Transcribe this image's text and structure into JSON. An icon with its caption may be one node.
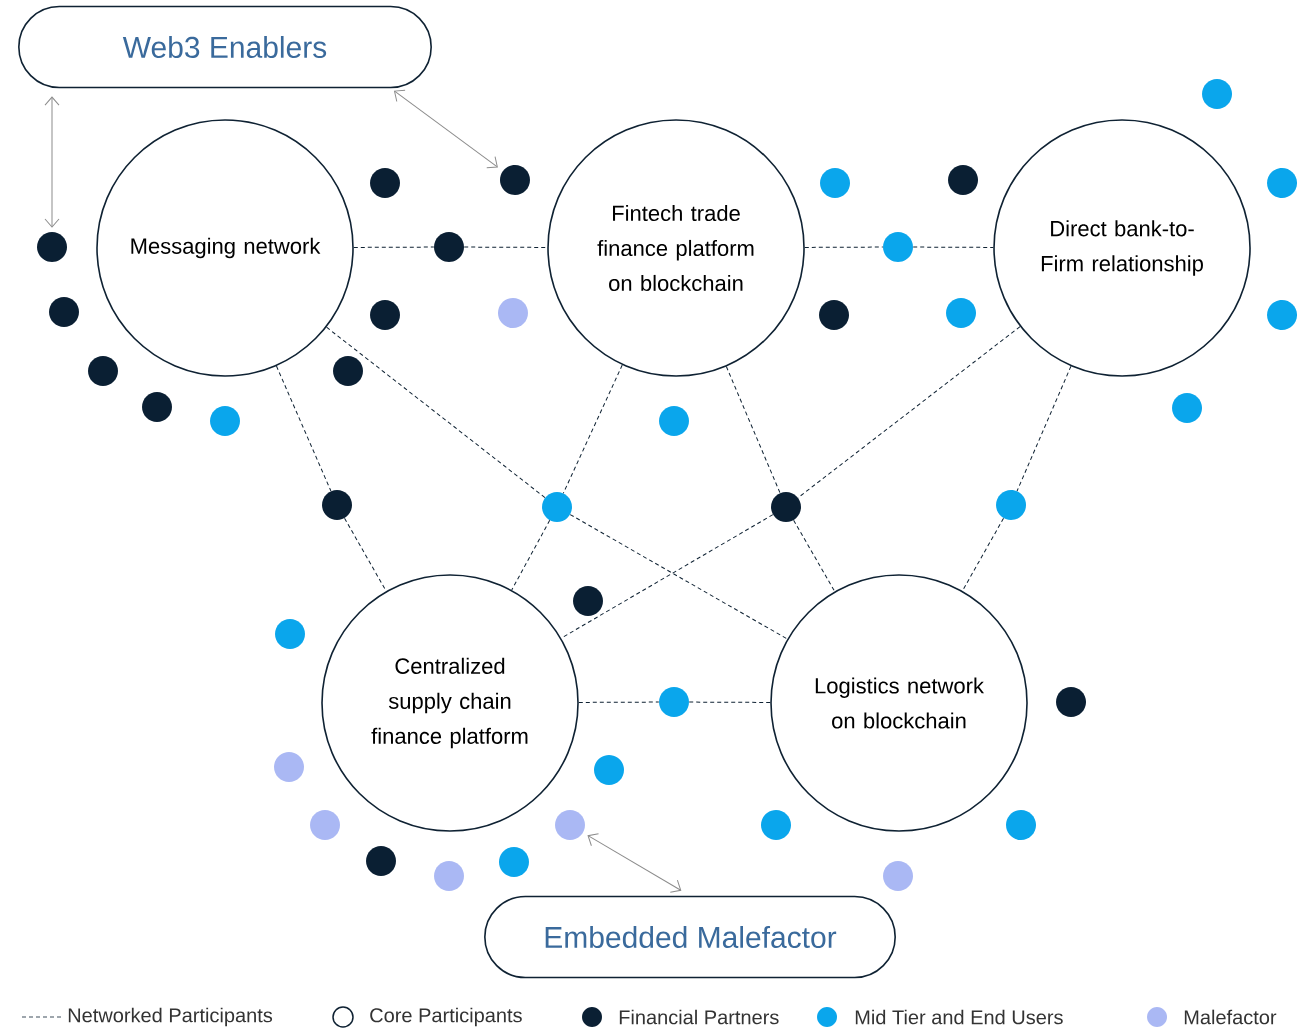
{
  "diagram": {
    "nodes": [
      {
        "text": [
          "Web3 Enablers"
        ]
      },
      {
        "text": [
          "Messaging network"
        ]
      },
      {
        "text": [
          "Fintech trade finance platform on blockchain"
        ]
      },
      {
        "text": [
          "Direct bank-to-Firm relationship"
        ]
      },
      {
        "text": [
          "Centralized supply chain finance platform"
        ]
      },
      {
        "text": [
          "Logistics network on blockchain"
        ]
      },
      {
        "text": [
          "Embedded Malefactor"
        ]
      },
      {
        "text": [],
        "shape": "circle"
      },
      {
        "text": [],
        "shape": "circle"
      },
      {
        "text": [],
        "shape": "circle"
      },
      {
        "text": [],
        "shape": "circle"
      },
      {
        "text": [],
        "shape": "circle"
      },
      {
        "text": [],
        "shape": "circle"
      },
      {
        "text": [],
        "shape": "circle"
      },
      {
        "text": [],
        "shape": "circle"
      },
      {
        "text": [],
        "shape": "circle"
      },
      {
        "text": [],
        "shape": "circle"
      },
      {
        "text": [],
        "shape": "circle"
      },
      {
        "text": [],
        "shape": "circle"
      },
      {
        "text": [],
        "shape": "circle"
      },
      {
        "text": [],
        "shape": "circle"
      },
      {
        "text": [],
        "shape": "circle"
      },
      {
        "text": [],
        "shape": "circle"
      },
      {
        "text": [],
        "shape": "circle"
      },
      {
        "text": [],
        "shape": "circle"
      },
      {
        "text": [],
        "shape": "circle"
      },
      {
        "text": [],
        "shape": "circle"
      },
      {
        "text": [],
        "shape": "circle"
      },
      {
        "text": [],
        "shape": "circle"
      },
      {
        "text": [],
        "shape": "circle"
      },
      {
        "text": [],
        "shape": "circle"
      },
      {
        "text": [],
        "shape": "circle"
      },
      {
        "text": [],
        "shape": "circle"
      },
      {
        "text": [],
        "shape": "circle"
      },
      {
        "text": [],
        "shape": "circle"
      },
      {
        "text": [],
        "shape": "circle"
      },
      {
        "text": [],
        "shape": "circle"
      },
      {
        "text": [],
        "shape": "circle"
      },
      {
        "text": [],
        "shape": "circle"
      },
      {
        "text": [],
        "shape": "circle"
      },
      {
        "text": [],
        "shape": "circle"
      },
      {
        "text": [],
        "shape": "circle"
      },
      {
        "text": [],
        "shape": "circle"
      },
      {
        "text": [],
        "shape": "circle"
      },
      {
        "text": [],
        "shape": "circle"
      },
      {
        "text": [],
        "shape": "circle"
      }
    ],
    "edges": [
      {
        "from": 0,
        "to": 13,
        "arrow": "both",
        "color": "#8c8c8c"
      },
      {
        "from": 0,
        "to": 8,
        "arrow": "both",
        "color": "#8c8c8c"
      },
      {
        "from": 6,
        "to": 39,
        "arrow": "both",
        "color": "#8c8c8c"
      },
      {
        "from": 1,
        "to": 14,
        "arrow": "none",
        "style": "dashed"
      },
      {
        "from": 14,
        "to": 2,
        "arrow": "none",
        "style": "dashed"
      },
      {
        "from": 2,
        "to": 15,
        "arrow": "none",
        "style": "dashed"
      },
      {
        "from": 15,
        "to": 3,
        "arrow": "none",
        "style": "dashed"
      },
      {
        "from": 4,
        "to": 34,
        "arrow": "none",
        "style": "dashed"
      },
      {
        "from": 34,
        "to": 5,
        "arrow": "none",
        "style": "dashed"
      },
      {
        "from": 1,
        "to": 28,
        "arrow": "none",
        "style": "dashed"
      },
      {
        "from": 28,
        "to": 4,
        "arrow": "none",
        "style": "dashed"
      },
      {
        "from": 1,
        "to": 29,
        "arrow": "none",
        "style": "dashed"
      },
      {
        "from": 29,
        "to": 5,
        "arrow": "none",
        "style": "dashed"
      },
      {
        "from": 2,
        "to": 29,
        "arrow": "none",
        "style": "dashed"
      },
      {
        "from": 29,
        "to": 4,
        "arrow": "none",
        "style": "dashed"
      },
      {
        "from": 2,
        "to": 30,
        "arrow": "none",
        "style": "dashed"
      },
      {
        "from": 30,
        "to": 5,
        "arrow": "none",
        "style": "dashed"
      },
      {
        "from": 3,
        "to": 30,
        "arrow": "none",
        "style": "dashed"
      },
      {
        "from": 30,
        "to": 4,
        "arrow": "none",
        "style": "dashed"
      },
      {
        "from": 3,
        "to": 31,
        "arrow": "none",
        "style": "dashed"
      },
      {
        "from": 31,
        "to": 5,
        "arrow": "none",
        "style": "dashed"
      }
    ],
    "legend": [
      {
        "text": "Networked Participants"
      },
      {
        "text": "Core Participants"
      },
      {
        "text": "Financial Partners",
        "color": "#0a1f33"
      },
      {
        "text": "Mid Tier and End Users",
        "color": "#0aa6ec"
      },
      {
        "text": "Malefactor",
        "color": "#aab8f4"
      }
    ]
  }
}
